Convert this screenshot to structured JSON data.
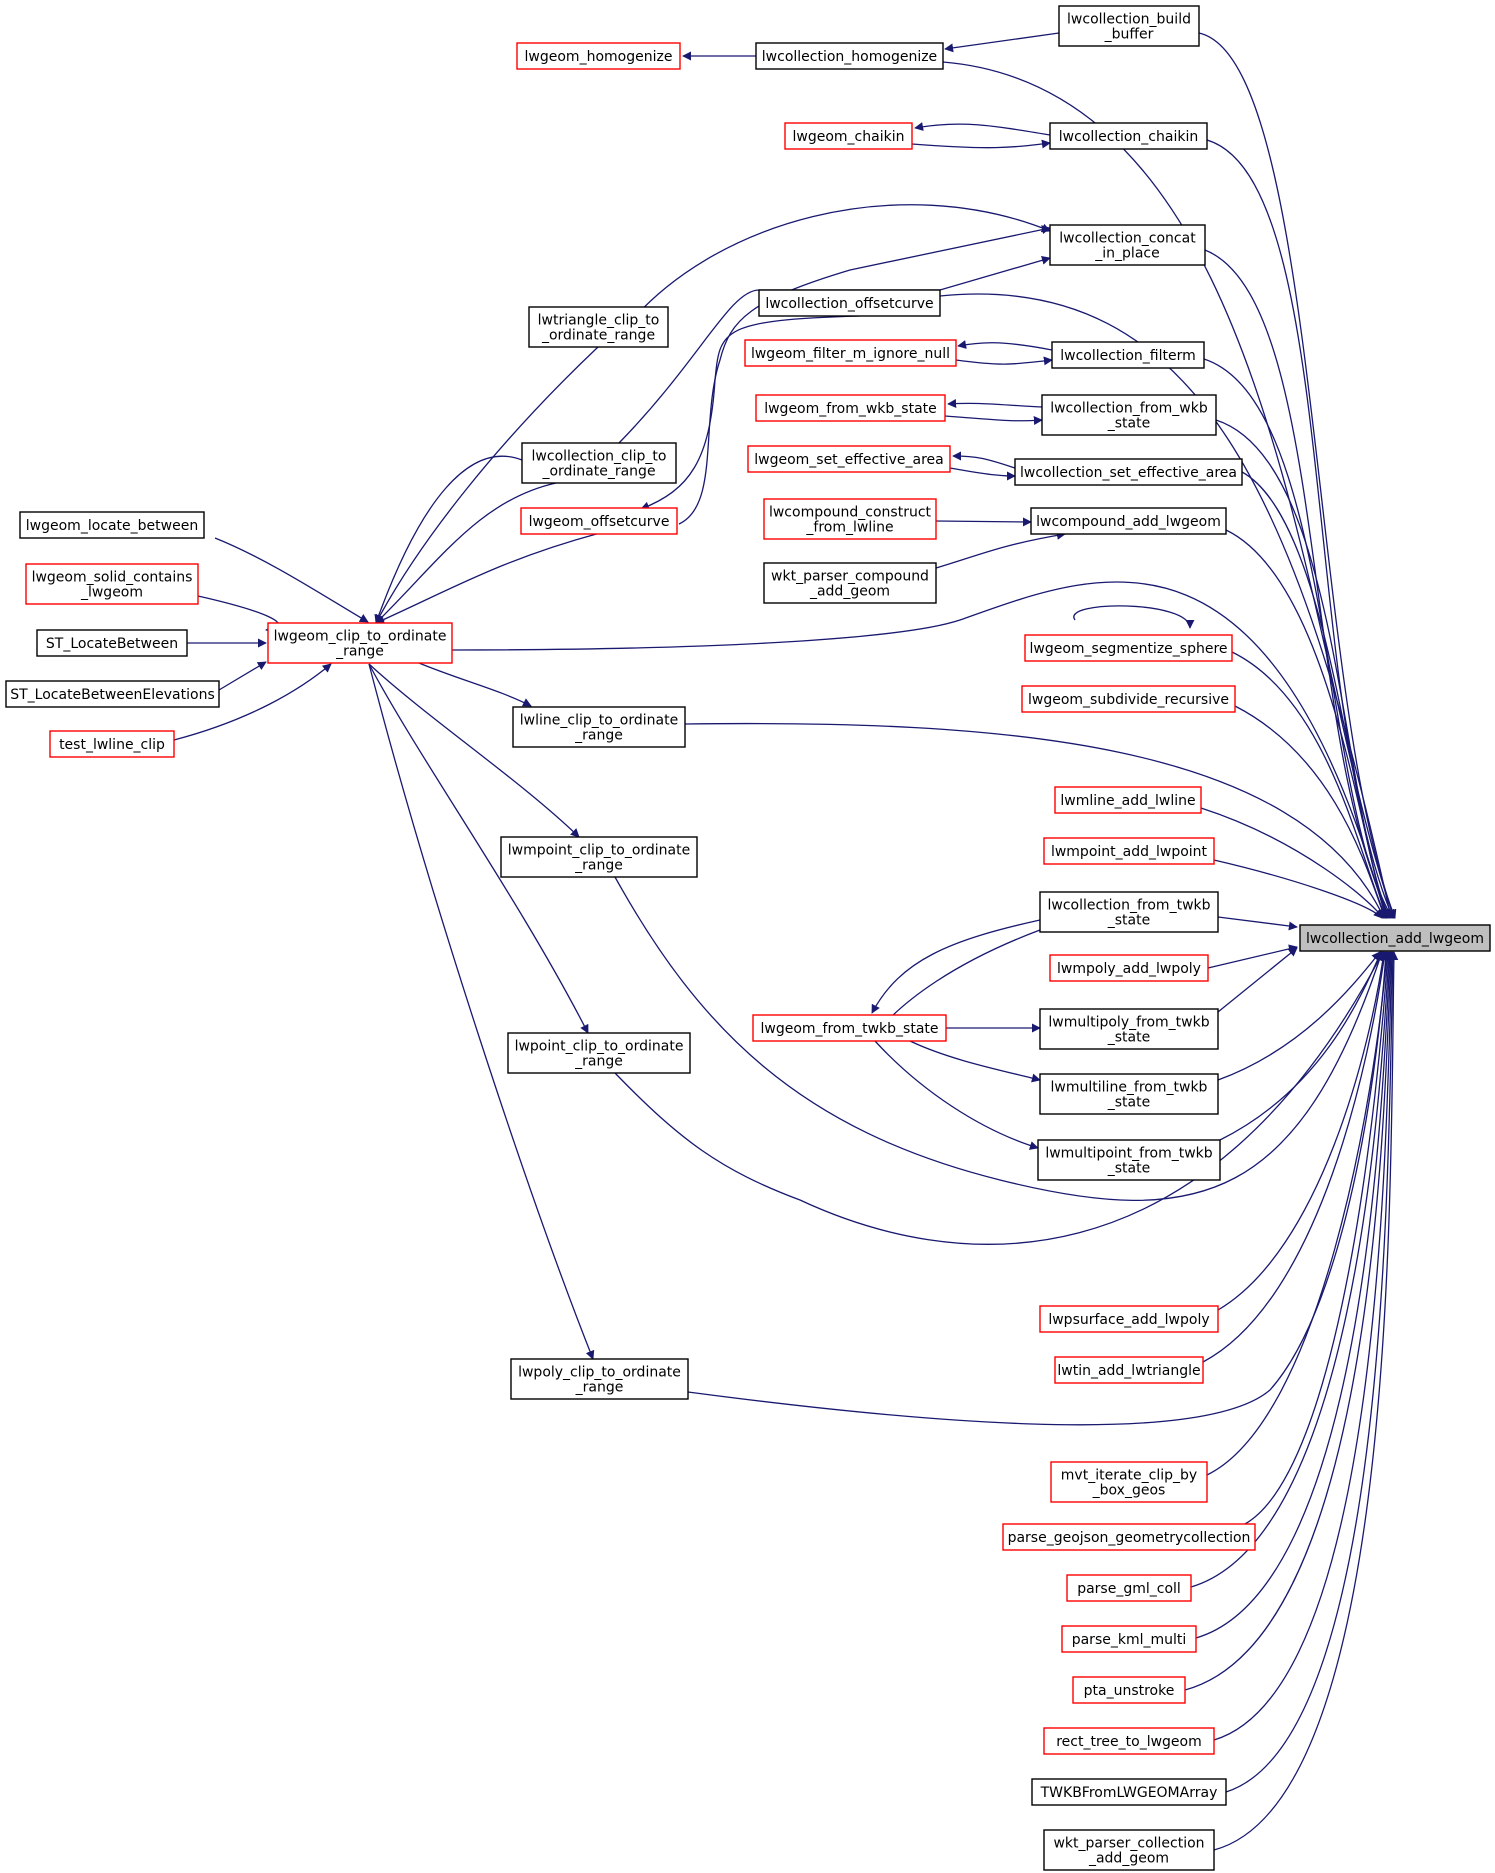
{
  "graph": {
    "root": "lwcollection_add_lwgeom",
    "nodes": [
      {
        "id": "n_root",
        "lines": [
          "lwcollection_add_lwgeom"
        ],
        "border": "root"
      },
      {
        "id": "n_build_buffer",
        "lines": [
          "lwcollection_build",
          "_buffer"
        ],
        "border": "black"
      },
      {
        "id": "n_homogenize",
        "lines": [
          "lwcollection_homogenize"
        ],
        "border": "black"
      },
      {
        "id": "n_lwgeom_homogenize",
        "lines": [
          "lwgeom_homogenize"
        ],
        "border": "red"
      },
      {
        "id": "n_chaikin",
        "lines": [
          "lwcollection_chaikin"
        ],
        "border": "black"
      },
      {
        "id": "n_lwgeom_chaikin",
        "lines": [
          "lwgeom_chaikin"
        ],
        "border": "red"
      },
      {
        "id": "n_concat",
        "lines": [
          "lwcollection_concat",
          "_in_place"
        ],
        "border": "black"
      },
      {
        "id": "n_offsetcurve",
        "lines": [
          "lwcollection_offsetcurve"
        ],
        "border": "black"
      },
      {
        "id": "n_filterm",
        "lines": [
          "lwcollection_filterm"
        ],
        "border": "black"
      },
      {
        "id": "n_filter_m",
        "lines": [
          "lwgeom_filter_m_ignore_null"
        ],
        "border": "red"
      },
      {
        "id": "n_from_wkb",
        "lines": [
          "lwcollection_from_wkb",
          "_state"
        ],
        "border": "black"
      },
      {
        "id": "n_lwgeom_from_wkb",
        "lines": [
          "lwgeom_from_wkb_state"
        ],
        "border": "red"
      },
      {
        "id": "n_set_eff",
        "lines": [
          "lwcollection_set_effective_area"
        ],
        "border": "black"
      },
      {
        "id": "n_lwgeom_set_eff",
        "lines": [
          "lwgeom_set_effective_area"
        ],
        "border": "red"
      },
      {
        "id": "n_compound_add",
        "lines": [
          "lwcompound_add_lwgeom"
        ],
        "border": "black"
      },
      {
        "id": "n_compound_construct",
        "lines": [
          "lwcompound_construct",
          "_from_lwline"
        ],
        "border": "red"
      },
      {
        "id": "n_wkt_compound",
        "lines": [
          "wkt_parser_compound",
          "_add_geom"
        ],
        "border": "black"
      },
      {
        "id": "n_triangle_clip",
        "lines": [
          "lwtriangle_clip_to",
          "_ordinate_range"
        ],
        "border": "black"
      },
      {
        "id": "n_coll_clip",
        "lines": [
          "lwcollection_clip_to",
          "_ordinate_range"
        ],
        "border": "black"
      },
      {
        "id": "n_lwgeom_offset",
        "lines": [
          "lwgeom_offsetcurve"
        ],
        "border": "red"
      },
      {
        "id": "n_locate_between",
        "lines": [
          "lwgeom_locate_between"
        ],
        "border": "black"
      },
      {
        "id": "n_solid_contains",
        "lines": [
          "lwgeom_solid_contains",
          "_lwgeom"
        ],
        "border": "red"
      },
      {
        "id": "n_st_locate",
        "lines": [
          "ST_LocateBetween"
        ],
        "border": "black"
      },
      {
        "id": "n_st_locate_elev",
        "lines": [
          "ST_LocateBetweenElevations"
        ],
        "border": "black"
      },
      {
        "id": "n_test_clip",
        "lines": [
          "test_lwline_clip"
        ],
        "border": "red"
      },
      {
        "id": "n_geom_clip",
        "lines": [
          "lwgeom_clip_to_ordinate",
          "_range"
        ],
        "border": "red"
      },
      {
        "id": "n_segmentize",
        "lines": [
          "lwgeom_segmentize_sphere"
        ],
        "border": "red"
      },
      {
        "id": "n_subdivide",
        "lines": [
          "lwgeom_subdivide_recursive"
        ],
        "border": "red"
      },
      {
        "id": "n_line_clip",
        "lines": [
          "lwline_clip_to_ordinate",
          "_range"
        ],
        "border": "black"
      },
      {
        "id": "n_mline_add",
        "lines": [
          "lwmline_add_lwline"
        ],
        "border": "red"
      },
      {
        "id": "n_mpoint_add",
        "lines": [
          "lwmpoint_add_lwpoint"
        ],
        "border": "red"
      },
      {
        "id": "n_mpoint_clip",
        "lines": [
          "lwmpoint_clip_to_ordinate",
          "_range"
        ],
        "border": "black"
      },
      {
        "id": "n_coll_twkb",
        "lines": [
          "lwcollection_from_twkb",
          "_state"
        ],
        "border": "black"
      },
      {
        "id": "n_mpoly_add",
        "lines": [
          "lwmpoly_add_lwpoly"
        ],
        "border": "red"
      },
      {
        "id": "n_geom_twkb",
        "lines": [
          "lwgeom_from_twkb_state"
        ],
        "border": "red"
      },
      {
        "id": "n_mpoly_twkb",
        "lines": [
          "lwmultipoly_from_twkb",
          "_state"
        ],
        "border": "black"
      },
      {
        "id": "n_mline_twkb",
        "lines": [
          "lwmultiline_from_twkb",
          "_state"
        ],
        "border": "black"
      },
      {
        "id": "n_mpoint_twkb",
        "lines": [
          "lwmultipoint_from_twkb",
          "_state"
        ],
        "border": "black"
      },
      {
        "id": "n_point_clip",
        "lines": [
          "lwpoint_clip_to_ordinate",
          "_range"
        ],
        "border": "black"
      },
      {
        "id": "n_psurface_add",
        "lines": [
          "lwpsurface_add_lwpoly"
        ],
        "border": "red"
      },
      {
        "id": "n_tin_add",
        "lines": [
          "lwtin_add_lwtriangle"
        ],
        "border": "red"
      },
      {
        "id": "n_poly_clip",
        "lines": [
          "lwpoly_clip_to_ordinate",
          "_range"
        ],
        "border": "black"
      },
      {
        "id": "n_mvt_clip",
        "lines": [
          "mvt_iterate_clip_by",
          "_box_geos"
        ],
        "border": "red"
      },
      {
        "id": "n_geojson",
        "lines": [
          "parse_geojson_geometrycollection"
        ],
        "border": "red"
      },
      {
        "id": "n_gml",
        "lines": [
          "parse_gml_coll"
        ],
        "border": "red"
      },
      {
        "id": "n_kml",
        "lines": [
          "parse_kml_multi"
        ],
        "border": "red"
      },
      {
        "id": "n_unstroke",
        "lines": [
          "pta_unstroke"
        ],
        "border": "red"
      },
      {
        "id": "n_rect_tree",
        "lines": [
          "rect_tree_to_lwgeom"
        ],
        "border": "red"
      },
      {
        "id": "n_twkb_array",
        "lines": [
          "TWKBFromLWGEOMArray"
        ],
        "border": "black"
      },
      {
        "id": "n_wkt_coll",
        "lines": [
          "wkt_parser_collection",
          "_add_geom"
        ],
        "border": "black"
      }
    ],
    "colors": {
      "edge": "#191970",
      "red_border": "#ff0000",
      "black_border": "#000000",
      "root_fill": "#bfbfbf"
    }
  }
}
